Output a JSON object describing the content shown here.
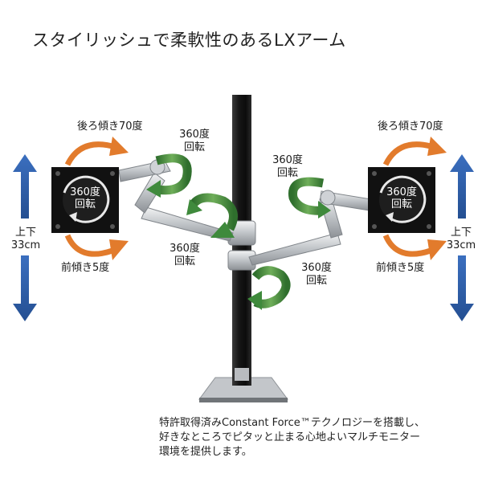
{
  "title": "スタイリッシュで柔軟性のあるLXアーム",
  "labels": {
    "left_tilt_back": "後ろ傾き70度",
    "right_tilt_back": "後ろ傾き70度",
    "left_tilt_forward": "前傾き5度",
    "right_tilt_forward": "前傾き5度",
    "left_height": [
      "上下",
      "33cm"
    ],
    "right_height": [
      "上下",
      "33cm"
    ],
    "rot_upper_left": [
      "360度",
      "回転"
    ],
    "rot_upper_right": [
      "360度",
      "回転"
    ],
    "rot_mid_left": [
      "360度",
      "回転"
    ],
    "rot_mid_right": [
      "360度",
      "回転"
    ],
    "rot_screen_left": [
      "360度",
      "回転"
    ],
    "rot_screen_right": [
      "360度",
      "回転"
    ]
  },
  "caption": [
    "特許取得済みConstant Force™テクノロジーを搭載し、",
    "好きなところでピタッと止まる心地よいマルチモニター",
    "環境を提供します。"
  ],
  "colors": {
    "blue_arrow": "#2f5fa8",
    "orange_arrow": "#e27b2c",
    "green_arrow": "#3f8a3c",
    "pole": "#1b1b1b",
    "arm": "#c9ccd0"
  },
  "icons": [
    "up-down-arrow-icon",
    "tilt-arc-arrow-icon",
    "rotation-arrow-icon",
    "vesa-mount-plate-icon"
  ]
}
